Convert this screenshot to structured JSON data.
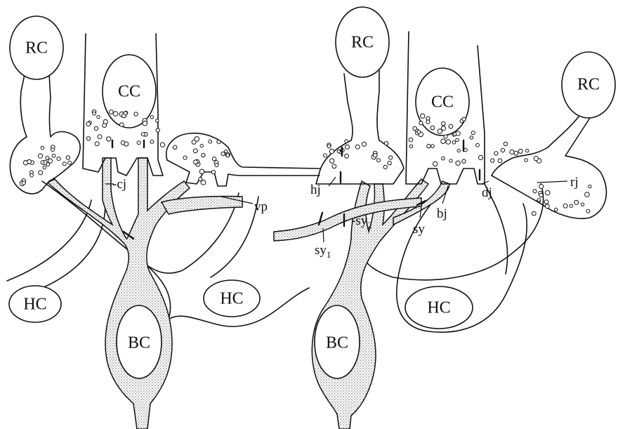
{
  "cell_labels": {
    "rc_left": "RC",
    "rc_center": "RC",
    "rc_right": "RC",
    "cc_left": "CC",
    "cc_right": "CC",
    "hc_left": "HC",
    "hc_center": "HC",
    "hc_right": "HC",
    "bc_left": "BC",
    "bc_right": "BC"
  },
  "annotations": {
    "cj": "-cj",
    "vp": "vp",
    "hj": "hj",
    "sy1_base": "sy",
    "sy1_sub": "1",
    "sy2_base": "-sy",
    "sy2_sub": "2",
    "sy": "sy",
    "bj": "bj",
    "dj": "dj",
    "rj": "rj"
  }
}
